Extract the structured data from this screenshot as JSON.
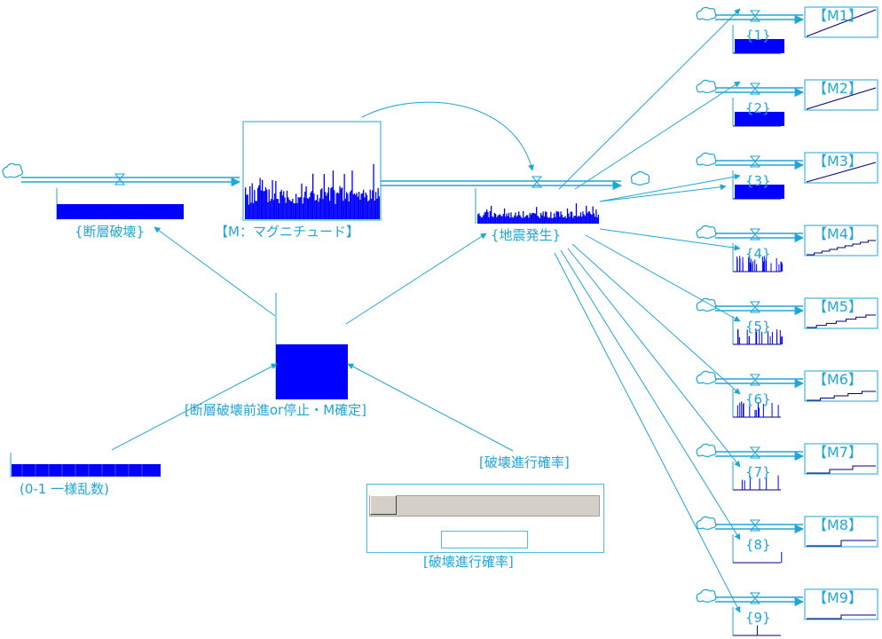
{
  "stocks": {
    "fault_break": "{断層破壊}",
    "magnitude": "【M：マグニチュード】",
    "quake": "{地震発生}",
    "decision": "[断層破壊前進or停止・M確定]",
    "random": "(0-1 一様乱数)",
    "break_prob": "[破壊進行確率]",
    "break_prob_slider": "[破壊進行確率]"
  },
  "counters": [
    "{1}",
    "{2}",
    "{3}",
    "{4}",
    "{5}",
    "{6}",
    "{7}",
    "{8}",
    "{9}"
  ],
  "m_graphs": [
    "【M1】",
    "【M2】",
    "【M3】",
    "【M4】",
    "【M5】",
    "【M6】",
    "【M7】",
    "【M8】",
    "【M9】"
  ],
  "slider": {
    "value_text": "",
    "level": 0.0
  },
  "colors": {
    "line": "#1fa6d8",
    "fill": "#0000ff",
    "text": "#1fa6d8"
  }
}
